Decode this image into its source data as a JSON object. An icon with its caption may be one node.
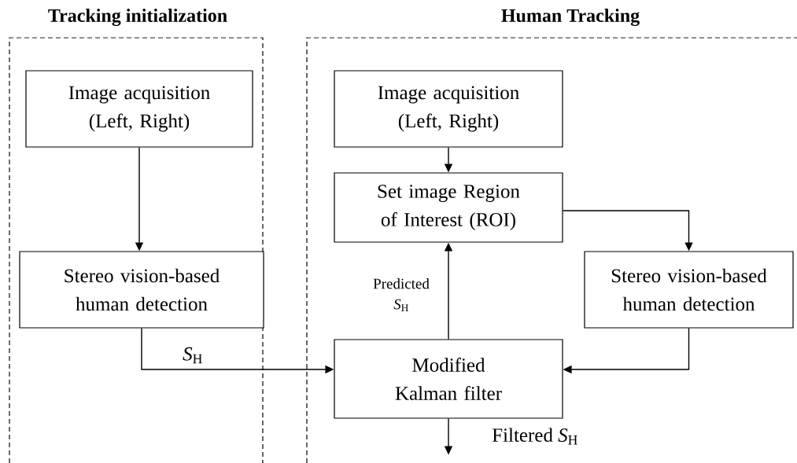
{
  "diagram": {
    "nodes": [
      {
        "text": [
          "Tracking initialization"
        ]
      },
      {
        "text": [
          "Human Tracking"
        ]
      },
      {
        "text": [
          "Image acquisition (Left, Right)"
        ],
        "in": 0
      },
      {
        "text": [
          "Stereo vision-based human detection"
        ],
        "in": 0
      },
      {
        "text": [
          "Image acquisition (Left, Right)"
        ],
        "in": 1
      },
      {
        "text": [
          "Set image Region of Interest (ROI)"
        ],
        "in": 1
      },
      {
        "text": [
          "Stereo vision-based human detection"
        ],
        "in": 1
      },
      {
        "text": [
          "Modified Kalman filter"
        ],
        "in": 1
      }
    ],
    "edges": [
      {
        "from": 2,
        "to": 3,
        "arrow": "to"
      },
      {
        "from": 4,
        "to": 5,
        "arrow": "to"
      },
      {
        "from": 5,
        "to": 6,
        "arrow": "to"
      },
      {
        "from": 6,
        "to": 7,
        "arrow": "to"
      },
      {
        "from": 7,
        "to": 5,
        "arrow": "to",
        "label": "Predicted *S*$_{H}$"
      },
      {
        "from": 3,
        "to": 7,
        "arrow": "to",
        "label": "*S*$_{H}$"
      },
      {
        "from": 7,
        "to": null,
        "arrow": "to",
        "label": "Filtered *S*$_{H}$"
      }
    ]
  }
}
